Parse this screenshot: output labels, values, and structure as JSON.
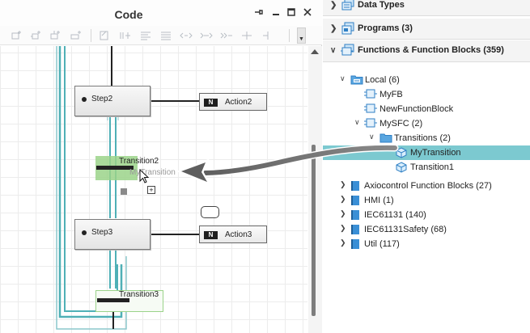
{
  "code_panel": {
    "title": "Code",
    "pin_icon": "pin-icon",
    "minimize_icon": "minimize-icon",
    "maximize_icon": "maximize-icon",
    "close_icon": "close-icon"
  },
  "toolbar": {
    "buttons": [
      "add-step-icon",
      "add-transition-icon",
      "add-branch-icon",
      "add-jump-icon",
      "insert-action-icon",
      "parallel-branch-icon",
      "align-icon",
      "distribute-icon",
      "convert-icon",
      "move-icon",
      "jump-icon",
      "split-icon",
      "merge-icon"
    ]
  },
  "diagram": {
    "steps": [
      {
        "name": "Step2",
        "action": "Action2",
        "qualifier": "N"
      },
      {
        "name": "Step3",
        "action": "Action3",
        "qualifier": "N"
      }
    ],
    "transitions": [
      "Transition2",
      "Transition3"
    ],
    "drag_ghost_label": "MyTransition",
    "drop_badge": "+"
  },
  "tree": {
    "sections": [
      {
        "label": "Data Types",
        "expanded": false,
        "icon": "data-types-icon"
      },
      {
        "label": "Programs (3)",
        "expanded": false,
        "icon": "programs-icon"
      },
      {
        "label": "Functions & Function Blocks (359)",
        "expanded": true,
        "icon": "function-blocks-icon"
      }
    ],
    "local": {
      "label": "Local (6)",
      "children": [
        "MyFB",
        "NewFunctionBlock"
      ],
      "mysfc": {
        "label": "MySFC (2)",
        "transitions_folder": "Transitions (2)",
        "transitions": [
          "MyTransition",
          "Transition1"
        ]
      }
    },
    "libraries": [
      "Axiocontrol Function Blocks (27)",
      "HMI (1)",
      "IEC61131 (140)",
      "IEC61131Safety (68)",
      "Util (117)"
    ]
  },
  "colors": {
    "selection": "#7cc9d0",
    "teal_wire": "#4fb0b6",
    "ghost_green": "#9bd38a",
    "drag_arrow": "#6d6d6d"
  }
}
